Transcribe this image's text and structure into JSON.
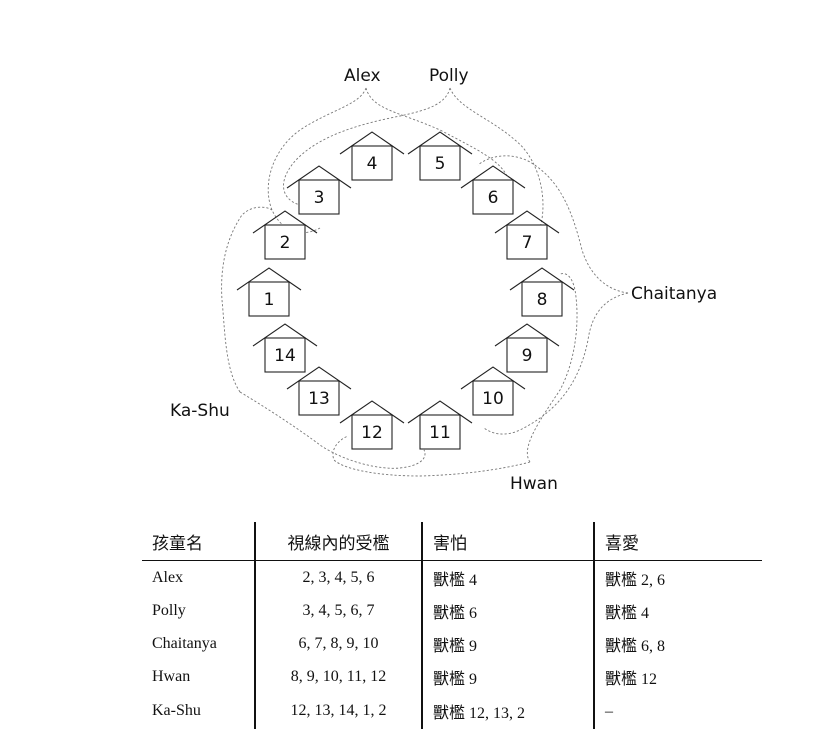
{
  "cages": [
    "1",
    "2",
    "3",
    "4",
    "5",
    "6",
    "7",
    "8",
    "9",
    "10",
    "11",
    "12",
    "13",
    "14"
  ],
  "children": {
    "alex": "Alex",
    "polly": "Polly",
    "chaitanya": "Chaitanya",
    "hwan": "Hwan",
    "kashu": "Ka-Shu"
  },
  "table": {
    "headers": [
      "孩童名",
      "視線內的受檻",
      "害怕",
      "喜愛"
    ],
    "rows": [
      {
        "name": "Alex",
        "in_sight": "2, 3, 4, 5, 6",
        "fear_word": "獸檻",
        "fear_nums": "4",
        "like_word": "獸檻",
        "like_nums": "2, 6"
      },
      {
        "name": "Polly",
        "in_sight": "3, 4, 5, 6, 7",
        "fear_word": "獸檻",
        "fear_nums": "6",
        "like_word": "獸檻",
        "like_nums": "4"
      },
      {
        "name": "Chaitanya",
        "in_sight": "6, 7, 8, 9, 10",
        "fear_word": "獸檻",
        "fear_nums": "9",
        "like_word": "獸檻",
        "like_nums": "6, 8"
      },
      {
        "name": "Hwan",
        "in_sight": "8, 9, 10, 11, 12",
        "fear_word": "獸檻",
        "fear_nums": "9",
        "like_word": "獸檻",
        "like_nums": "12"
      },
      {
        "name": "Ka-Shu",
        "in_sight": "12, 13, 14, 1, 2",
        "fear_word": "獸檻",
        "fear_nums": "12, 13, 2",
        "like_word": "",
        "like_nums": "–"
      }
    ]
  }
}
